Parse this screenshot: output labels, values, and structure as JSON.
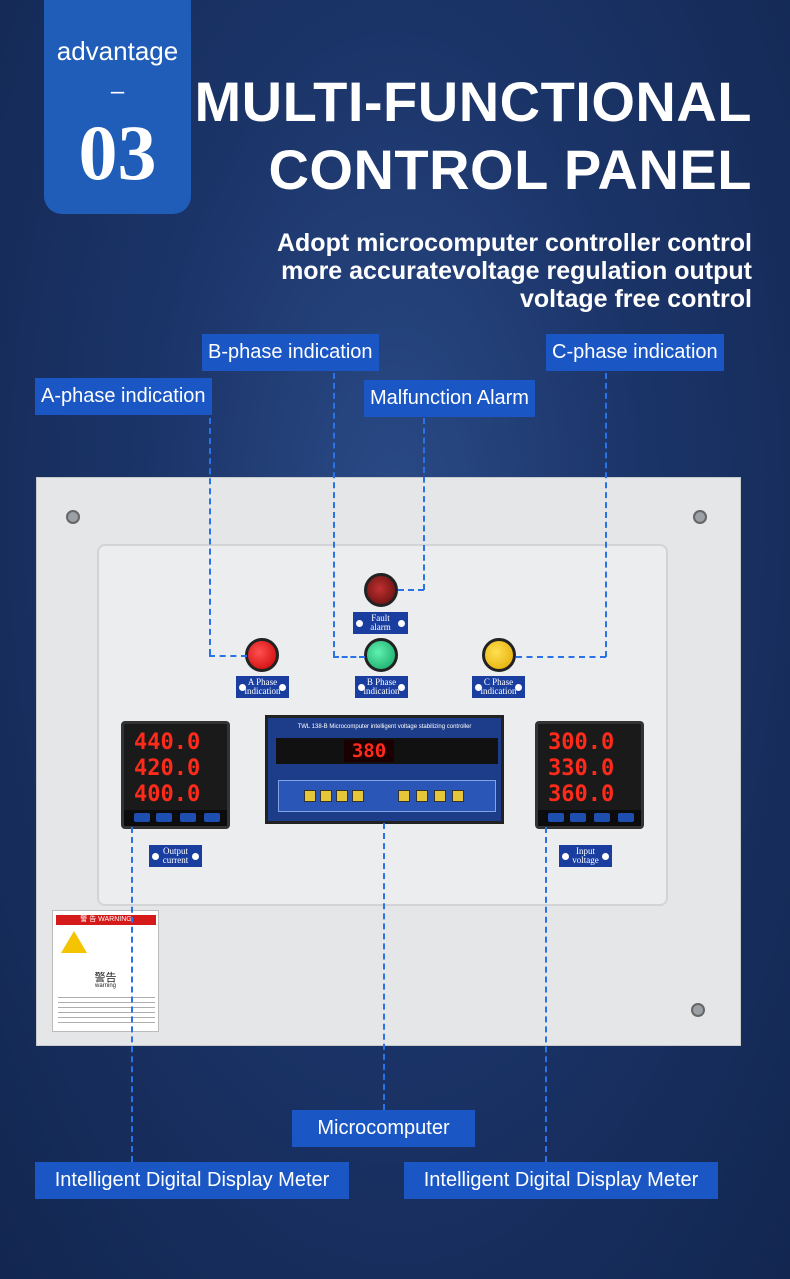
{
  "badge": {
    "word": "advantage",
    "dash": "–",
    "number": "03"
  },
  "title": {
    "line1": "MULTI-FUNCTIONAL",
    "line2": "CONTROL PANEL"
  },
  "subtitle": {
    "line1": "Adopt microcomputer controller control",
    "line2": "more accuratevoltage regulation output",
    "line3": "voltage free control"
  },
  "callouts": {
    "b_phase": "B-phase indication",
    "c_phase": "C-phase indication",
    "a_phase": "A-phase indication",
    "malfunction": "Malfunction Alarm",
    "microcomputer": "Microcomputer",
    "meter_left": "Intelligent Digital Display Meter",
    "meter_right": "Intelligent Digital Display Meter"
  },
  "panel": {
    "fault_tag": [
      "Fault",
      "alarm"
    ],
    "a_tag": [
      "A Phase",
      "indication"
    ],
    "b_tag": [
      "B Phase",
      "indication"
    ],
    "c_tag": [
      "C Phase",
      "indication"
    ],
    "output_tag": [
      "Output",
      "current"
    ],
    "input_tag": [
      "Input",
      "voltage"
    ],
    "lamp_colors": {
      "fault": "#7a1a1a",
      "a": "#e81010",
      "b": "#1ec07a",
      "c": "#f0c000"
    },
    "left_meter": [
      "440.0",
      "420.0",
      "400.0"
    ],
    "right_meter": [
      "300.0",
      "330.0",
      "360.0"
    ],
    "controller_header": "TWL 138-B Microcomputer intelligent voltage stabilizing controller",
    "controller_display": "380",
    "warning": {
      "header": "警 告 WARNING",
      "big": "警告",
      "small": "warning"
    }
  }
}
